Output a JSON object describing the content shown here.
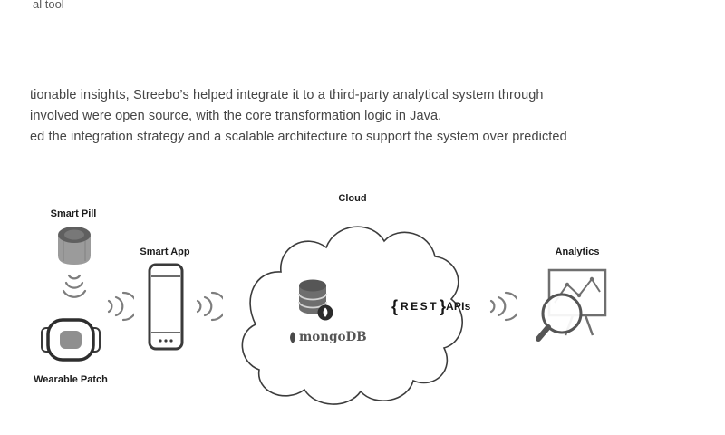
{
  "document": {
    "top_fragment": "al tool",
    "paragraph_lines": [
      "tionable insights, Streebo’s helped integrate it to a third-party analytical system through",
      "involved were open source, with the core transformation logic in Java.",
      "ed the integration strategy and a scalable architecture to support the system over predicted"
    ]
  },
  "diagram": {
    "smart_pill_label": "Smart Pill",
    "wearable_patch_label": "Wearable Patch",
    "smart_app_label": "Smart App",
    "cloud_label": "Cloud",
    "analytics_label": "Analytics",
    "mongodb_label": "mongoDB",
    "rest": {
      "brace_open": "{",
      "text": "REST",
      "brace_close": "}",
      "apis": "APIs"
    },
    "icons": {
      "pill": "pill-icon",
      "signal_down": "wireless-signal-down-icon",
      "wearable_patch": "wearable-patch-icon",
      "signal": "wireless-signal-icon",
      "smartphone": "smartphone-icon",
      "cloud": "cloud-shape",
      "database": "mongodb-database-icon",
      "leaf": "mongodb-leaf-icon",
      "analytics": "analytics-magnifier-chart-icon"
    },
    "colors": {
      "outline": "#3a3a3a",
      "icon_gray": "#8f8f8f",
      "icon_dark_gray": "#5f5f5f",
      "signal_gray": "#7d7d7d",
      "body_text": "#454545",
      "label_text": "#1c1c1c"
    }
  }
}
